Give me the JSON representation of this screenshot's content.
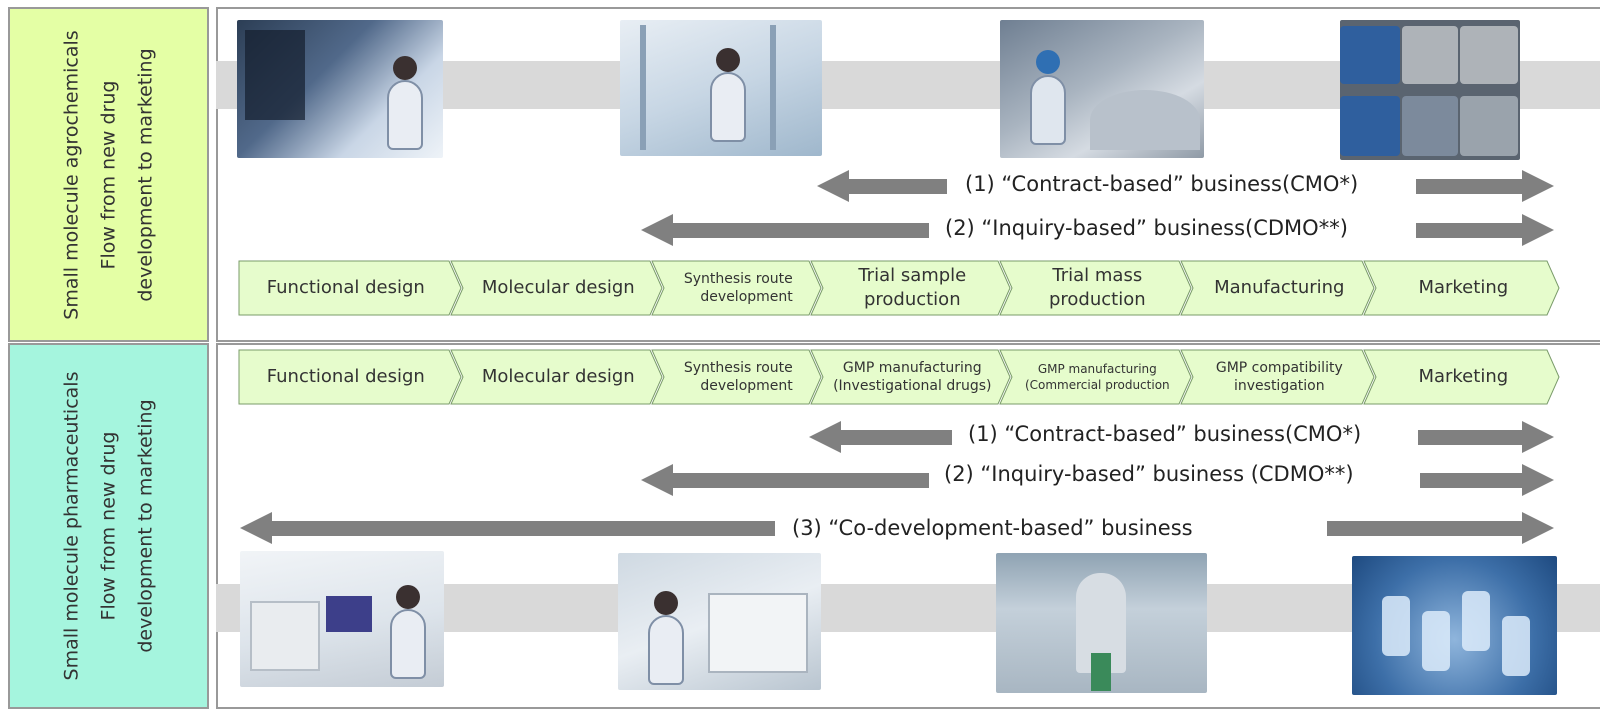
{
  "colors": {
    "top_label_bg": "#e4ffa5",
    "bottom_label_bg": "#a5f5de",
    "step_fill": "#e6fccc",
    "step_stroke": "#7a9b6a",
    "arrow": "#808080",
    "strip": "#d9d9d9",
    "border": "#999999"
  },
  "top_section": {
    "label_line1": "Small molecule agrochemicals",
    "label_line2": "Flow from new drug",
    "label_line3": "development to marketing",
    "photos": [
      {
        "name": "control-room-photo",
        "icon": "worker-at-monitors"
      },
      {
        "name": "laboratory-photo",
        "icon": "researcher-with-glassware"
      },
      {
        "name": "reactor-photo",
        "icon": "worker-at-reactor"
      },
      {
        "name": "drums-photo",
        "icon": "storage-drums"
      }
    ],
    "arrow1_label": "(1) “Contract-based” business(CMO*)",
    "arrow2_label": "(2) “Inquiry-based” business(CDMO**)",
    "steps": [
      {
        "line1": "Functional design",
        "line2": ""
      },
      {
        "line1": "Molecular design",
        "line2": ""
      },
      {
        "line1": "Synthesis route",
        "line2": "development"
      },
      {
        "line1": "Trial sample",
        "line2": "production"
      },
      {
        "line1": "Trial mass",
        "line2": "production"
      },
      {
        "line1": "Manufacturing",
        "line2": ""
      },
      {
        "line1": "Marketing",
        "line2": ""
      }
    ]
  },
  "bottom_section": {
    "label_line1": "Small molecule pharmaceuticals",
    "label_line2": "Flow from new drug",
    "label_line3": "development to marketing",
    "steps": [
      {
        "line1": "Functional design",
        "line2": ""
      },
      {
        "line1": "Molecular design",
        "line2": ""
      },
      {
        "line1": "Synthesis route",
        "line2": "development"
      },
      {
        "line1": "GMP manufacturing",
        "line2": "(Investigational drugs)"
      },
      {
        "line1": "GMP manufacturing",
        "line2": "(Commercial production"
      },
      {
        "line1": "GMP compatibility",
        "line2": "investigation"
      },
      {
        "line1": "Marketing",
        "line2": ""
      }
    ],
    "arrow1_label": "(1) “Contract-based” business(CMO*)",
    "arrow2_label": "(2) “Inquiry-based” business (CDMO**)",
    "arrow3_label": "(3) “Co-development-based” business",
    "photos": [
      {
        "name": "analysis-lab-photo",
        "icon": "researcher-at-computer"
      },
      {
        "name": "instrument-photo",
        "icon": "researcher-at-instrument"
      },
      {
        "name": "production-plant-photo",
        "icon": "cleanroom-vessel"
      },
      {
        "name": "vials-photo",
        "icon": "medicine-vials"
      }
    ]
  }
}
